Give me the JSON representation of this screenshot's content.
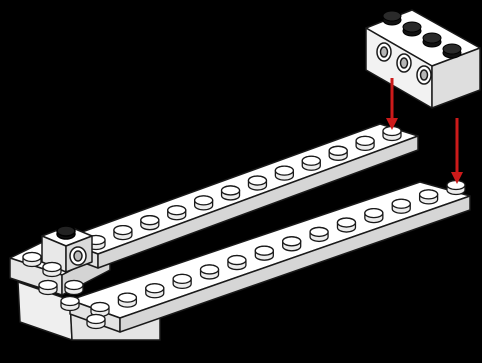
{
  "diagram": {
    "background_color": "#000000",
    "brick_color": "#ffffff",
    "outline_color": "#1a1a1a",
    "stud_dark_color": "#111111",
    "arrow_color": "#cc1a1a",
    "parts": [
      {
        "name": "long-plate-upper",
        "studs": 12,
        "type": "plate"
      },
      {
        "name": "long-plate-lower",
        "studs": 14,
        "type": "plate"
      },
      {
        "name": "technic-brick-with-holes",
        "studs": 4,
        "holes": 3,
        "type": "brick"
      },
      {
        "name": "base-plate-left",
        "type": "plate"
      },
      {
        "name": "technic-pin-connector",
        "type": "brick"
      }
    ],
    "arrows": [
      {
        "name": "insert-arrow-left",
        "direction": "down"
      },
      {
        "name": "insert-arrow-right",
        "direction": "down"
      }
    ]
  }
}
